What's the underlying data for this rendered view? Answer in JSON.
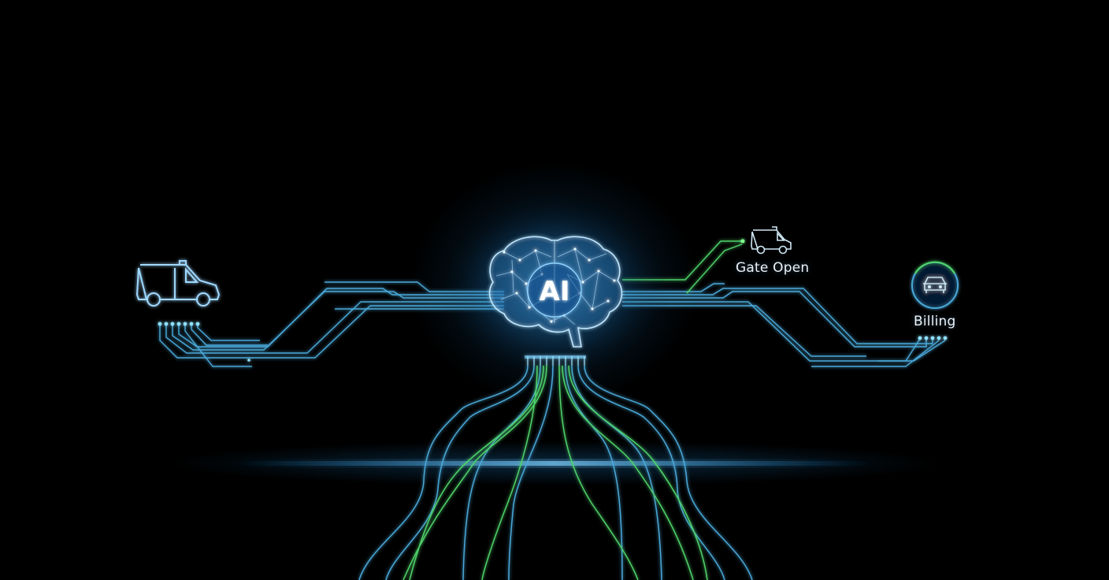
{
  "center": {
    "label": "AI"
  },
  "nodes": {
    "gate": {
      "label": "Gate Open"
    },
    "billing": {
      "label": "Billing"
    }
  },
  "icons": [
    "van-icon",
    "brain-icon",
    "small-van-icon",
    "car-badge-icon"
  ],
  "colors": {
    "background": "#000000",
    "blue_line": "#4aa8d8",
    "green_line": "#4fd36a",
    "glow": "#1e8fe0",
    "text": "#e8f2f8"
  }
}
